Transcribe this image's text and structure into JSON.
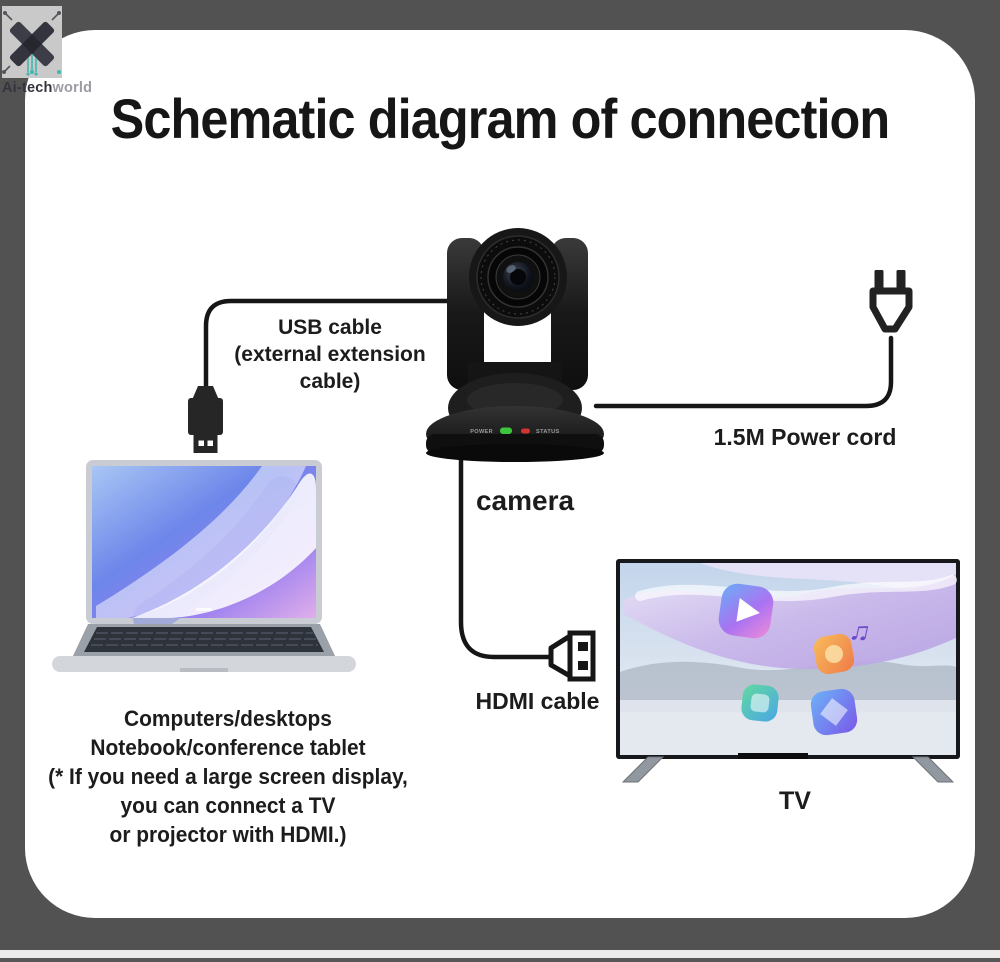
{
  "title": "Schematic diagram of connection",
  "watermark": {
    "brand_bold": "Ai-tech",
    "brand_light": "world"
  },
  "labels": {
    "usb": "USB cable\n(external extension\ncable)",
    "power": "1.5M Power cord",
    "camera": "camera",
    "hdmi": "HDMI cable",
    "tv": "TV",
    "note": "Computers/desktops\nNotebook/conference tablet\n(* If you need a large screen display,\nyou can connect a TV\nor projector with HDMI.)"
  },
  "camera": {
    "power_led_label": "POWER",
    "status_led_label": "STATUS"
  },
  "colors": {
    "background": "#525252",
    "card": "#ffffff",
    "cable": "#161616",
    "text": "#1c1c1c",
    "power_led": "#3dc53d",
    "status_led": "#d23430"
  }
}
